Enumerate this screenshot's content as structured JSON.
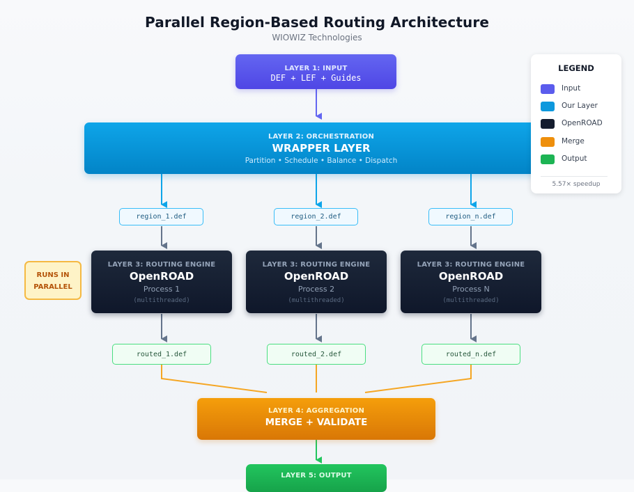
{
  "header": {
    "title": "Parallel Region-Based Routing Architecture",
    "subtitle": "WIOWIZ Technologies"
  },
  "layer1": {
    "label": "LAYER 1: INPUT",
    "main": "DEF + LEF + Guides"
  },
  "layer2": {
    "label": "LAYER 2: ORCHESTRATION",
    "main": "WRAPPER LAYER",
    "sub": "Partition • Schedule • Balance • Dispatch"
  },
  "regions": [
    "region_1.def",
    "region_2.def",
    "region_n.def"
  ],
  "engines": [
    {
      "label": "LAYER 3: ROUTING ENGINE",
      "main": "OpenROAD",
      "process": "Process 1",
      "note": "(multithreaded)"
    },
    {
      "label": "LAYER 3: ROUTING ENGINE",
      "main": "OpenROAD",
      "process": "Process 2",
      "note": "(multithreaded)"
    },
    {
      "label": "LAYER 3: ROUTING ENGINE",
      "main": "OpenROAD",
      "process": "Process N",
      "note": "(multithreaded)"
    }
  ],
  "parallel_badge": {
    "line1": "RUNS IN",
    "line2": "PARALLEL"
  },
  "routed": [
    "routed_1.def",
    "routed_2.def",
    "routed_n.def"
  ],
  "layer4": {
    "label": "LAYER 4: AGGREGATION",
    "main": "MERGE + VALIDATE"
  },
  "layer5": {
    "label": "LAYER 5: OUTPUT"
  },
  "legend": {
    "title": "LEGEND",
    "items": [
      {
        "label": "Input",
        "color": "#5b5ced"
      },
      {
        "label": "Our Layer",
        "color": "#0d98dd"
      },
      {
        "label": "OpenROAD",
        "color": "#141c2e"
      },
      {
        "label": "Merge",
        "color": "#ee8f0c"
      },
      {
        "label": "Output",
        "color": "#1db454"
      }
    ],
    "footer": "5.57× speedup"
  },
  "colors": {
    "input_arrow": "#6366f1",
    "orchestration_arrow": "#0ea5e9",
    "engine_arrow": "#64748b",
    "merge_line": "#f5a623",
    "output_arrow": "#22c55e"
  }
}
